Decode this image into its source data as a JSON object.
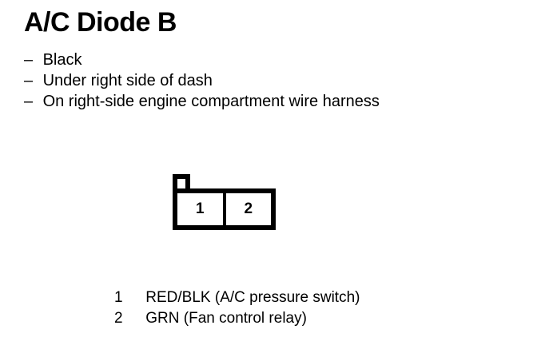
{
  "page": {
    "title": "A/C Diode B",
    "background_color": "#ffffff",
    "ink_color": "#000000"
  },
  "description": {
    "dash": "–",
    "items": [
      {
        "text": "Black"
      },
      {
        "text": "Under right side of dash"
      },
      {
        "text": "On right-side engine compartment wire harness"
      }
    ]
  },
  "connector": {
    "cavity_count": 2,
    "pins": [
      {
        "number": "1"
      },
      {
        "number": "2"
      }
    ]
  },
  "legend": {
    "rows": [
      {
        "number": "1",
        "description": "RED/BLK (A/C pressure switch)"
      },
      {
        "number": "2",
        "description": "GRN (Fan control relay)"
      }
    ]
  }
}
